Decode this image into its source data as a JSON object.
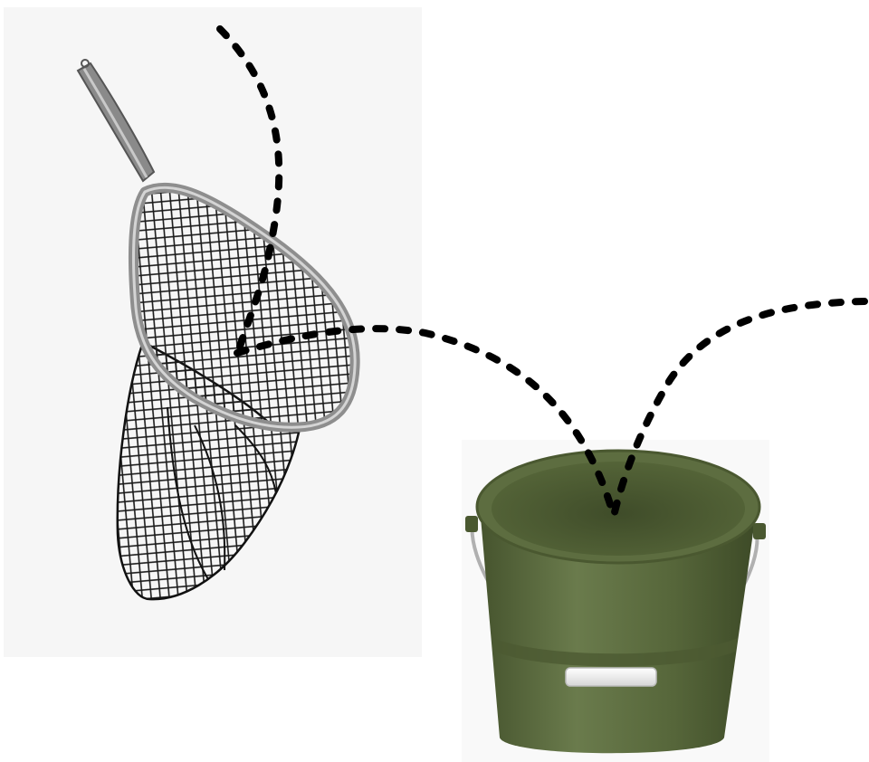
{
  "scene": {
    "objects": [
      {
        "name": "fishing-net",
        "icon": "landing-net"
      },
      {
        "name": "bucket",
        "icon": "bucket"
      }
    ],
    "paths": [
      {
        "name": "net-to-bucket-path",
        "style": "dotted-arc"
      },
      {
        "name": "offscreen-to-bucket-path",
        "style": "dotted-arc"
      },
      {
        "name": "top-to-net-path",
        "style": "dotted-arc"
      }
    ],
    "colors": {
      "path": "#000000",
      "bucket_body": "#5a6b3f",
      "bucket_rim": "#4e5e36",
      "handle_grip": "#ededed",
      "net_frame": "#9a9a9a",
      "net_mesh": "#1a1a1a"
    }
  }
}
